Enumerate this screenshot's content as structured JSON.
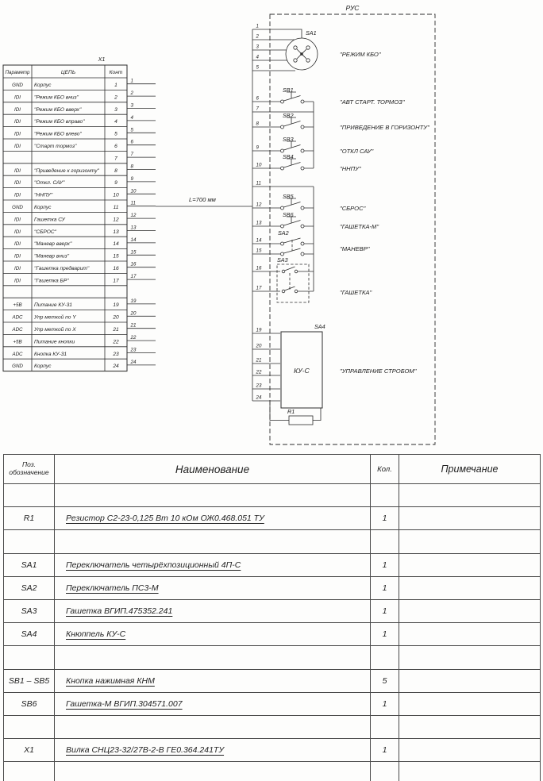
{
  "schematic": {
    "connector_label": "X1",
    "cable_length_label": "L=700 мм",
    "rus_box_label": "РУС",
    "x1_table": {
      "headers": [
        "Параметр",
        "ЦЕПЬ",
        "Конт"
      ],
      "rows": [
        {
          "param": "GND",
          "circuit": "Корпус",
          "pin": "1"
        },
        {
          "param": "IDI",
          "circuit": "\"Режим КБО вниз\"",
          "pin": "2"
        },
        {
          "param": "IDI",
          "circuit": "\"Режим КБО вверх\"",
          "pin": "3"
        },
        {
          "param": "IDI",
          "circuit": "\"Режим КБО вправо\"",
          "pin": "4"
        },
        {
          "param": "IDI",
          "circuit": "\"Режим КБО влево\"",
          "pin": "5"
        },
        {
          "param": "IDI",
          "circuit": "\"Старт тормоз\"",
          "pin": "6"
        },
        {
          "param": "",
          "circuit": "",
          "pin": "7"
        },
        {
          "param": "IDI",
          "circuit": "\"Приведение к горизонту\"",
          "pin": "8"
        },
        {
          "param": "IDI",
          "circuit": "\"Откл. САУ\"",
          "pin": "9"
        },
        {
          "param": "IDI",
          "circuit": "\"ННПУ\"",
          "pin": "10"
        },
        {
          "param": "GND",
          "circuit": "Корпус",
          "pin": "11"
        },
        {
          "param": "IDI",
          "circuit": "Гашетка СУ",
          "pin": "12"
        },
        {
          "param": "IDI",
          "circuit": "\"СБРОС\"",
          "pin": "13"
        },
        {
          "param": "IDI",
          "circuit": "\"Маневр вверх\"",
          "pin": "14"
        },
        {
          "param": "IDI",
          "circuit": "\"Маневр вниз\"",
          "pin": "15"
        },
        {
          "param": "IDI",
          "circuit": "\"Гашетка предварит\"",
          "pin": "16"
        },
        {
          "param": "IDI",
          "circuit": "\"Гашетка БР\"",
          "pin": "17"
        },
        {
          "param": "",
          "circuit": "",
          "pin": ""
        },
        {
          "param": "+5В",
          "circuit": "Питание КУ-31",
          "pin": "19"
        },
        {
          "param": "ADC",
          "circuit": "Упр меткой по Y",
          "pin": "20"
        },
        {
          "param": "ADC",
          "circuit": "Упр меткой по X",
          "pin": "21"
        },
        {
          "param": "+5В",
          "circuit": "Питание кнопки",
          "pin": "22"
        },
        {
          "param": "ADC",
          "circuit": "Кнопка КУ-31",
          "pin": "23"
        },
        {
          "param": "GND",
          "circuit": "Корпус",
          "pin": "24"
        }
      ]
    },
    "rus_pins": [
      "1",
      "2",
      "3",
      "4",
      "5",
      "6",
      "7",
      "8",
      "9",
      "10",
      "11",
      "12",
      "13",
      "14",
      "15",
      "16",
      "17",
      "19",
      "20",
      "21",
      "22",
      "23",
      "24"
    ],
    "components": [
      {
        "ref": "SA1",
        "label": "\"РЕЖИМ КБО\""
      },
      {
        "ref": "SB1",
        "label": "\"АВТ СТАРТ. ТОРМОЗ\""
      },
      {
        "ref": "SB2",
        "label": "\"ПРИВЕДЕНИЕ В ГОРИЗОНТУ\""
      },
      {
        "ref": "SB3",
        "label": "\"ОТКЛ САУ\""
      },
      {
        "ref": "SB4",
        "label": "\"ННПУ\""
      },
      {
        "ref": "SB5",
        "label": "\"СБРОС\""
      },
      {
        "ref": "SB6",
        "label": "\"ГАШЕТКА-М\""
      },
      {
        "ref": "SA2",
        "label": "\"МАНЕВР\""
      },
      {
        "ref": "SA3",
        "label": "\"ГАШЕТКА\""
      },
      {
        "ref": "SA4",
        "label": "\"УПРАВЛЕНИЕ СТРОБОМ\"",
        "box_text": "КУ-С"
      },
      {
        "ref": "R1",
        "label": ""
      }
    ]
  },
  "parts_table": {
    "headers": {
      "pos_line1": "Поз.",
      "pos_line2": "обозначение",
      "name": "Наименование",
      "qty": "Кол.",
      "note": "Примечание"
    },
    "rows": [
      {
        "pos": "",
        "name": "",
        "qty": "",
        "note": ""
      },
      {
        "pos": "R1",
        "name": "Резистор С2-23-0,125 Вт 10 кОм ОЖ0.468.051 ТУ",
        "qty": "1",
        "note": ""
      },
      {
        "pos": "",
        "name": "",
        "qty": "",
        "note": ""
      },
      {
        "pos": "SA1",
        "name": "Переключатель четырёхпозиционный 4П-С",
        "qty": "1",
        "note": ""
      },
      {
        "pos": "SA2",
        "name": "Переключатель ПС3-М",
        "qty": "1",
        "note": ""
      },
      {
        "pos": "SA3",
        "name": "Гашетка ВГИП.475352.241",
        "qty": "1",
        "note": ""
      },
      {
        "pos": "SA4",
        "name": "Кнюппель КУ-С",
        "qty": "1",
        "note": ""
      },
      {
        "pos": "",
        "name": "",
        "qty": "",
        "note": ""
      },
      {
        "pos": "SB1 – SB5",
        "name": "Кнопка нажимная КНМ",
        "qty": "5",
        "note": ""
      },
      {
        "pos": "SB6",
        "name": "Гашетка-М ВГИП.304571.007",
        "qty": "1",
        "note": ""
      },
      {
        "pos": "",
        "name": "",
        "qty": "",
        "note": ""
      },
      {
        "pos": "X1",
        "name": "Вилка СНЦ23-32/27В-2-В  ГЕ0.364.241ТУ",
        "qty": "1",
        "note": ""
      },
      {
        "pos": "",
        "name": "",
        "qty": "",
        "note": ""
      }
    ]
  }
}
